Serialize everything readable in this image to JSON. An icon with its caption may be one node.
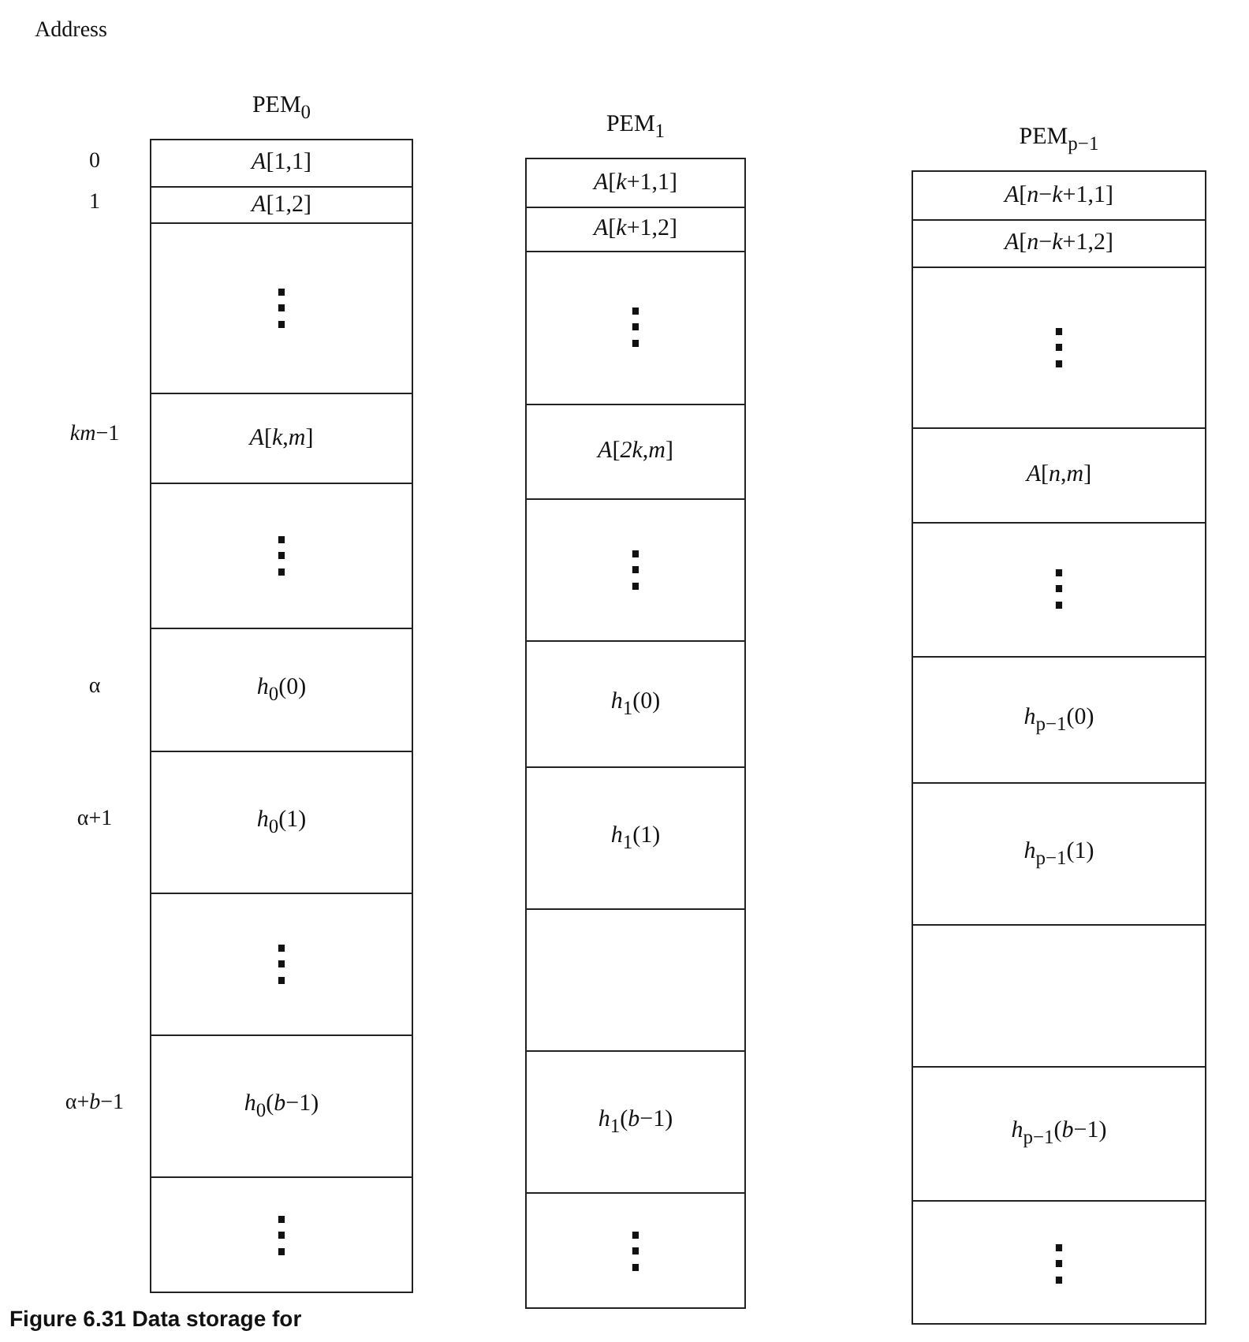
{
  "diagram": {
    "caption": "Figure 6.31 Data storage for",
    "nodes": [
      {
        "text": [
          "PEM$_{0}$"
        ]
      },
      {
        "text": [
          "*A*[1,1]"
        ],
        "in": 0
      },
      {
        "text": [
          "*A*[1,2]"
        ],
        "in": 0
      },
      {
        "text": [
          "⋮"
        ],
        "in": 0
      },
      {
        "text": [
          "*A*[*k*,*m*]"
        ],
        "in": 0
      },
      {
        "text": [
          "⋮"
        ],
        "in": 0
      },
      {
        "text": [
          "*h*$_{0}$(0)"
        ],
        "in": 0
      },
      {
        "text": [
          "*h*$_{0}$(1)"
        ],
        "in": 0
      },
      {
        "text": [
          "⋮"
        ],
        "in": 0
      },
      {
        "text": [
          "*h*$_{0}$(*b*−1)"
        ],
        "in": 0
      },
      {
        "text": [
          "⋮"
        ],
        "in": 0
      },
      {
        "text": [
          "PEM$_{1}$"
        ]
      },
      {
        "text": [
          "*A*[*k*+1,1]"
        ],
        "in": 11
      },
      {
        "text": [
          "*A*[*k*+1,2]"
        ],
        "in": 11
      },
      {
        "text": [
          "⋮"
        ],
        "in": 11
      },
      {
        "text": [
          "*A*[*2k*,*m*]"
        ],
        "in": 11
      },
      {
        "text": [
          "⋮"
        ],
        "in": 11
      },
      {
        "text": [
          "*h*$_{1}$(0)"
        ],
        "in": 11
      },
      {
        "text": [
          "*h*$_{1}$(1)"
        ],
        "in": 11
      },
      {
        "text": [],
        "shape": "box",
        "in": 11
      },
      {
        "text": [
          "*h*$_{1}$(*b*−1)"
        ],
        "in": 11
      },
      {
        "text": [
          "⋮"
        ],
        "in": 11
      },
      {
        "text": [
          "PEM$_{p−1}$"
        ]
      },
      {
        "text": [
          "*A*[*n*−*k*+1,1]"
        ],
        "in": 22
      },
      {
        "text": [
          "*A*[*n*−*k*+1,2]"
        ],
        "in": 22
      },
      {
        "text": [
          "⋮"
        ],
        "in": 22
      },
      {
        "text": [
          "*A*[*n*,*m*]"
        ],
        "in": 22
      },
      {
        "text": [
          "⋮"
        ],
        "in": 22
      },
      {
        "text": [
          "*h*$_{p−1}$(0)"
        ],
        "in": 22
      },
      {
        "text": [
          "*h*$_{p−1}$(1)"
        ],
        "in": 22
      },
      {
        "text": [],
        "shape": "box",
        "in": 22
      },
      {
        "text": [
          "*h*$_{p−1}$(*b*−1)"
        ],
        "in": 22
      },
      {
        "text": [
          "⋮"
        ],
        "in": 22
      }
    ],
    "labels": [
      "Address",
      "0",
      "1",
      "*km*−1",
      "α",
      "α+1",
      "α+*b*−1"
    ]
  }
}
